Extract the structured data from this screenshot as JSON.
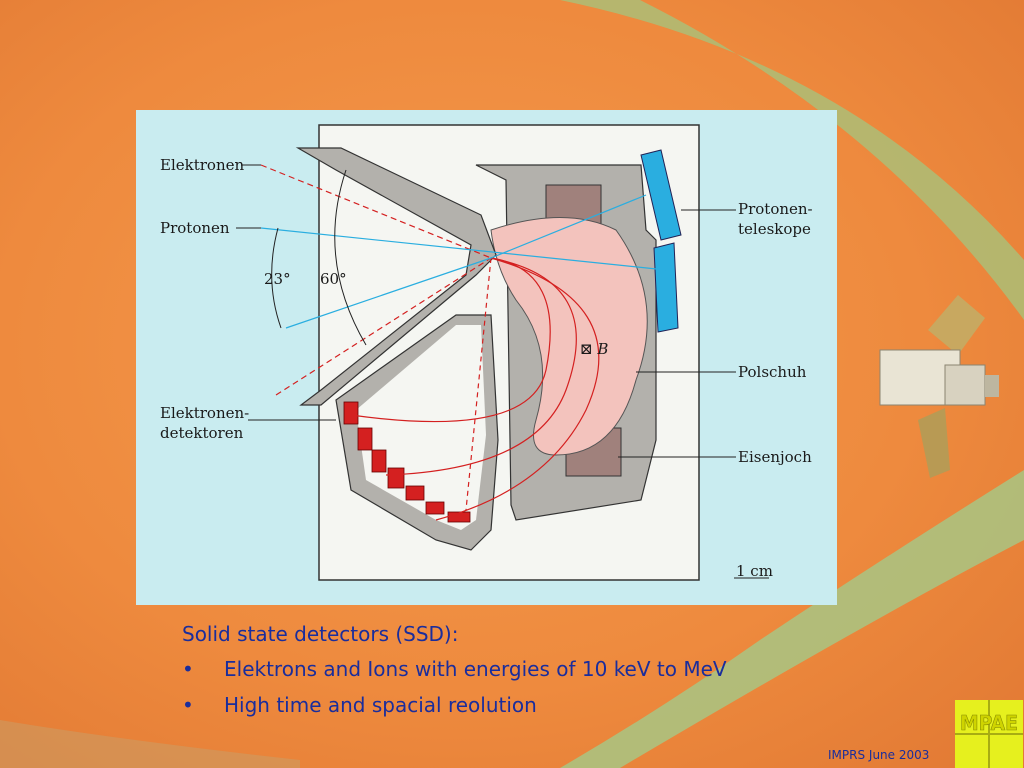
{
  "figure": {
    "labels": {
      "elektronen": "Elektronen",
      "protonen": "Protonen",
      "angle_small": "23°",
      "angle_large": "60°",
      "elektronen_detektoren_1": "Elektronen-",
      "elektronen_detektoren_2": "detektoren",
      "protonen_teleskope_1": "Protonen-",
      "protonen_teleskope_2": "teleskope",
      "polschuh": "Polschuh",
      "eisenjoch": "Eisenjoch",
      "field_symbol": "⊠ B",
      "scale": "1 cm"
    }
  },
  "caption": {
    "heading": "Solid state detectors (SSD):",
    "bullets": [
      "Elektrons and Ions with energies of 10 keV to MeV",
      "High time and spacial reolution"
    ]
  },
  "footer": {
    "text": "IMPRS June 2003"
  },
  "logo": {
    "text": "MPAE"
  },
  "colors": {
    "background": "#f08a3c",
    "figure_bg": "#c9ecf0",
    "caption_text": "#1a2d9c",
    "electron": "#d42020",
    "proton": "#2aaee0",
    "magnet": "#f3c3bd",
    "yoke": "#a0817c",
    "housing": "#b3b1ac",
    "logo_bg": "#e6f01e"
  }
}
